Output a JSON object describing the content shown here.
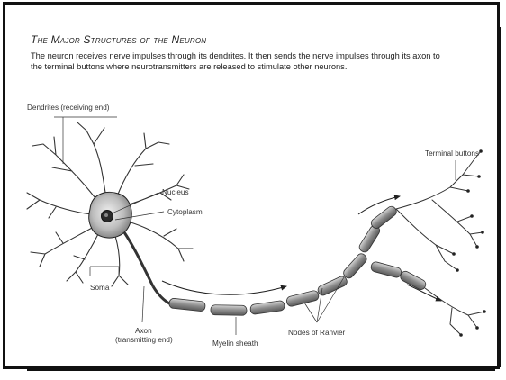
{
  "header": {
    "title": "The Major Structures of the Neuron",
    "description": "The neuron receives nerve impulses through its dendrites. It then sends the nerve impulses through its axon to the terminal buttons where neurotransmitters are released to stimulate other neurons."
  },
  "labels": {
    "dendrites": "Dendrites (receiving end)",
    "nucleus": "Nucleus",
    "cytoplasm": "Cytoplasm",
    "soma": "Soma",
    "axon_line1": "Axon",
    "axon_line2": "(transmitting end)",
    "myelin": "Myelin sheath",
    "nodes": "Nodes of Ranvier",
    "terminal": "Terminal buttons"
  },
  "colors": {
    "ink": "#222222",
    "myelin_fill": "#9a9a9a",
    "soma_fill": "#cfcfcf"
  }
}
